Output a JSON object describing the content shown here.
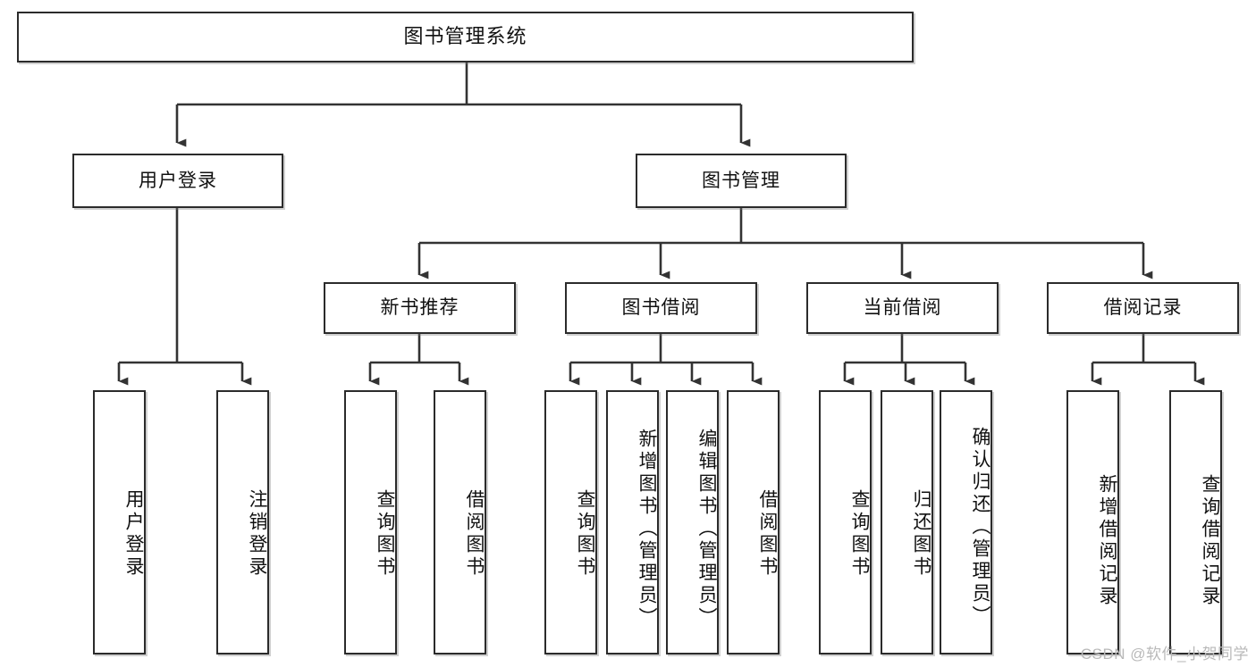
{
  "diagram": {
    "title": "图书管理系统",
    "type": "tree-hierarchy",
    "watermark": "CSDN @软件_小贺同学",
    "colors": {
      "box_border": "#2b2b2b",
      "box_fill": "#ffffff",
      "connector": "#333333",
      "text": "#111111",
      "watermark": "#b9b9b9",
      "background": "#ffffff"
    },
    "levels": {
      "root": "图书管理系统",
      "level2": [
        "用户登录",
        "图书管理"
      ],
      "level3": [
        "新书推荐",
        "图书借阅",
        "当前借阅",
        "借阅记录"
      ]
    },
    "nodes": {
      "root": "图书管理系统",
      "user_login": "用户登录",
      "book_manage": "图书管理",
      "new_book_rec": "新书推荐",
      "book_borrow": "图书借阅",
      "current_borrow": "当前借阅",
      "borrow_record": "借阅记录",
      "leaf_user_login": "用户登录",
      "leaf_logout": "注销登录",
      "leaf_query_book_1": "查询图书",
      "leaf_borrow_book_1": "借阅图书",
      "leaf_query_book_2": "查询图书",
      "leaf_add_book_admin": "新增图书（管理员）",
      "leaf_edit_book_admin": "编辑图书（管理员）",
      "leaf_borrow_book_2": "借阅图书",
      "leaf_query_book_3": "查询图书",
      "leaf_return_book": "归还图书",
      "leaf_confirm_return_admin": "确认归还（管理员）",
      "leaf_add_borrow_record": "新增借阅记录",
      "leaf_query_borrow_record": "查询借阅记录"
    }
  }
}
